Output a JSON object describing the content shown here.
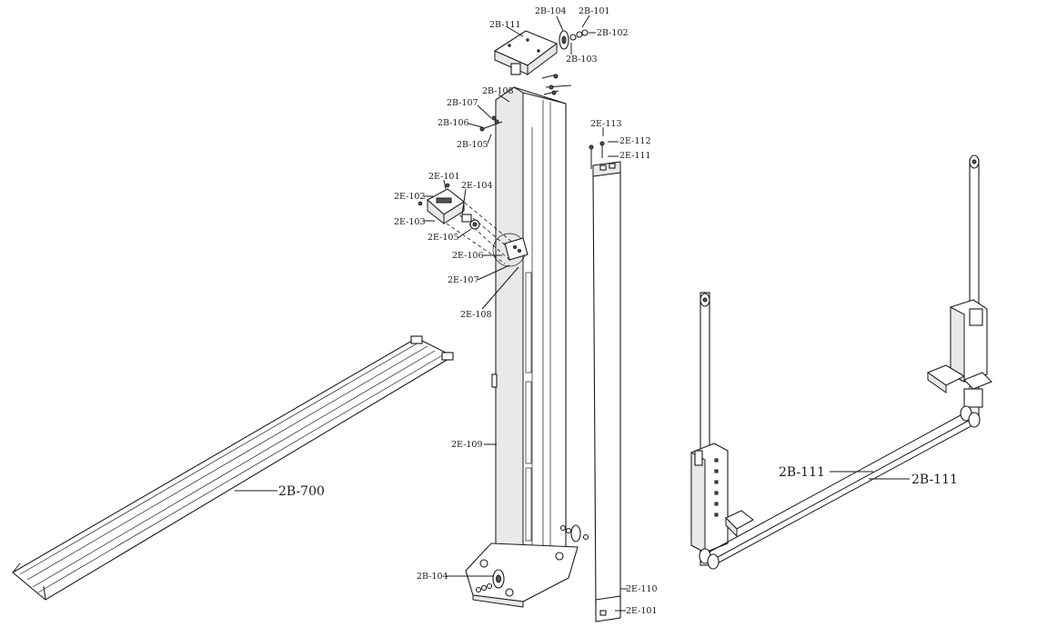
{
  "labels": {
    "top_cover": "2B-111",
    "top_pulley": "2B-104",
    "top_washer_a": "2B-101",
    "top_washer_b": "2B-102",
    "top_bolt": "2B-103",
    "post_top": "2B-108",
    "bolt_107": "2B-107",
    "bolt_106": "2B-106",
    "bolt_105": "2B-105",
    "lock_101": "2E-101",
    "lock_102": "2E-102",
    "lock_103": "2E-103",
    "lock_104": "2E-104",
    "lock_105": "2E-105",
    "lock_106": "2E-106",
    "lock_107": "2E-107",
    "lock_108": "2E-108",
    "post_body": "2E-109",
    "cover_113": "2E-113",
    "cover_112": "2E-112",
    "cover_111": "2E-111",
    "cover_plate": "2E-110",
    "cover_bottom": "2E-101",
    "base_pulley": "2B-104",
    "floor_plate": "2B-700",
    "cable_a": "2B-111",
    "cable_b": "2B-111"
  }
}
